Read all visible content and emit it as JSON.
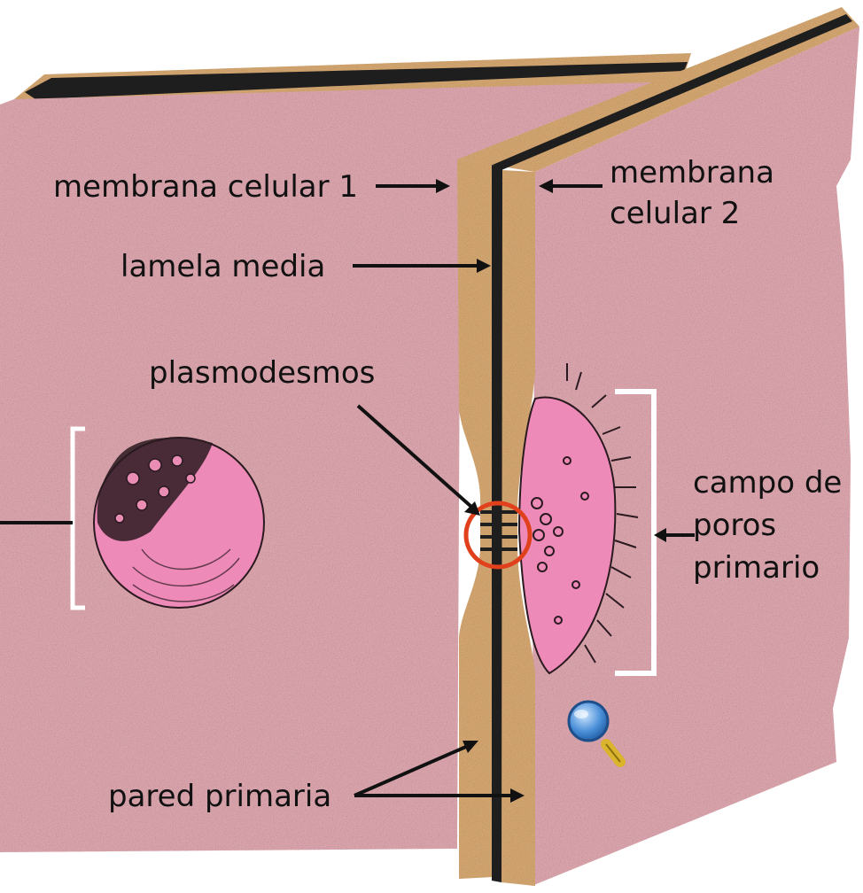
{
  "labels": {
    "membrana_1": "membrana celular 1",
    "membrana_2_line1": "membrana",
    "membrana_2_line2": "celular 2",
    "lamela": "lamela media",
    "plasmodesmos": "plasmodesmos",
    "campo_line1": "campo de",
    "campo_line2": "poros",
    "campo_line3": "primario",
    "pared": "pared primaria"
  },
  "colors": {
    "wall_face": "#d9a3ab",
    "wall_face_dark": "#b9858d",
    "wall_edge": "#d2a46f",
    "lamella": "#1e1e1e",
    "pit_field": "#ee8ab8",
    "pit_dark": "#2a1a20",
    "highlight_ring": "#e0401c",
    "magnifier_glass": "#4a8fd8",
    "magnifier_handle": "#d9b42c"
  },
  "icons": {
    "magnifier": "magnifier-icon"
  }
}
